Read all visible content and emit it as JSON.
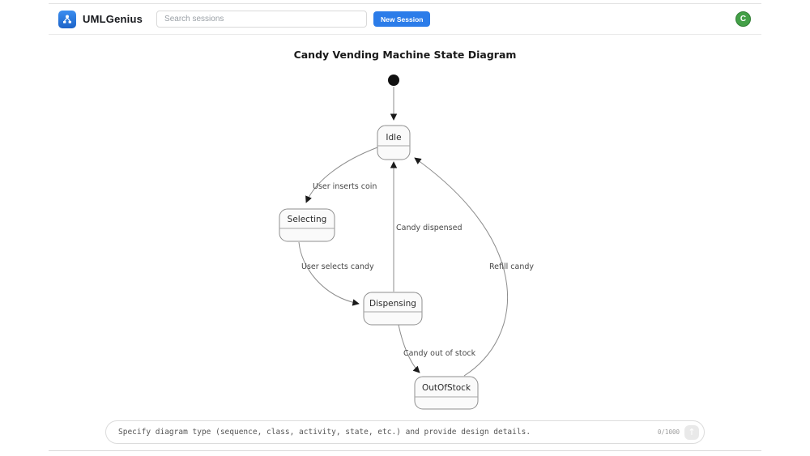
{
  "header": {
    "app_name": "UMLGenius",
    "search_placeholder": "Search sessions",
    "new_session_label": "New Session",
    "avatar_initial": "C"
  },
  "diagram": {
    "title": "Candy Vending Machine State Diagram",
    "type": "uml-state-diagram",
    "states": [
      {
        "name": "Idle"
      },
      {
        "name": "Selecting"
      },
      {
        "name": "Dispensing"
      },
      {
        "name": "OutOfStock"
      }
    ],
    "transitions": [
      {
        "from": "initial",
        "to": "Idle",
        "label": ""
      },
      {
        "from": "Idle",
        "to": "Selecting",
        "label": "User inserts coin"
      },
      {
        "from": "Selecting",
        "to": "Dispensing",
        "label": "User selects candy"
      },
      {
        "from": "Dispensing",
        "to": "Idle",
        "label": "Candy dispensed"
      },
      {
        "from": "Dispensing",
        "to": "OutOfStock",
        "label": "Candy out of stock"
      },
      {
        "from": "OutOfStock",
        "to": "Idle",
        "label": "Refill candy"
      }
    ],
    "colors": {
      "state_fill": "#fafafa",
      "state_border": "#8f8f8f",
      "edge": "#8c8c8c",
      "arrowhead": "#1a1a1a",
      "initial_dot": "#111111"
    }
  },
  "composer": {
    "placeholder": "Specify diagram type (sequence, class, activity, state, etc.) and provide design details.",
    "counter": "0/1000",
    "send_icon": "up-arrow"
  }
}
